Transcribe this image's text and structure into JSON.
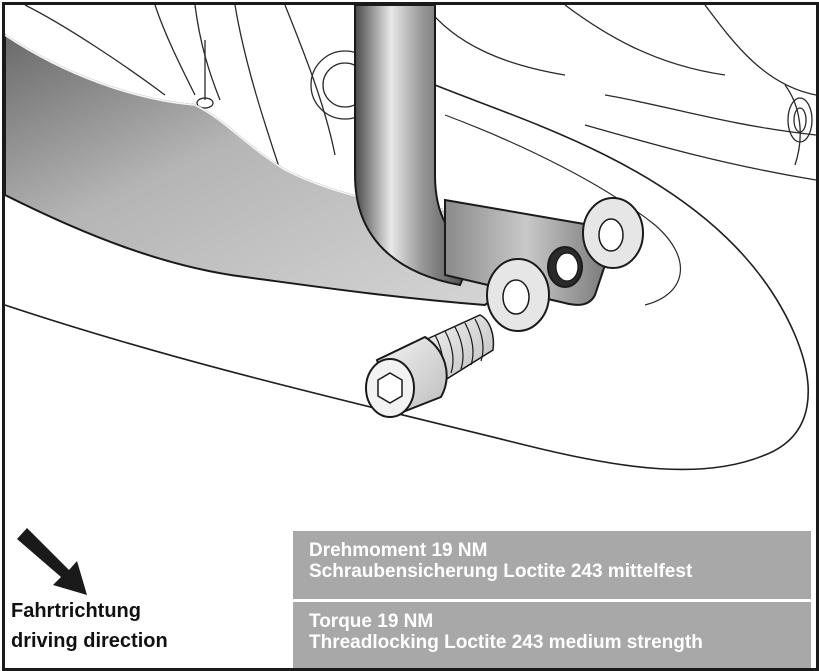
{
  "callouts": {
    "de_line1": "Drehmoment 19 NM",
    "de_line2": "Schraubensicherung Loctite 243 mittelfest",
    "en_line1": "Torque 19 NM",
    "en_line2": "Threadlocking Loctite 243 medium strength"
  },
  "direction": {
    "de": "Fahrtrichtung",
    "en": "driving direction",
    "arrow_icon": "arrow-down-right-icon"
  },
  "colors": {
    "label_box": "#a8a8a8",
    "label_text": "#ffffff",
    "frame": "#1a1a1a"
  }
}
